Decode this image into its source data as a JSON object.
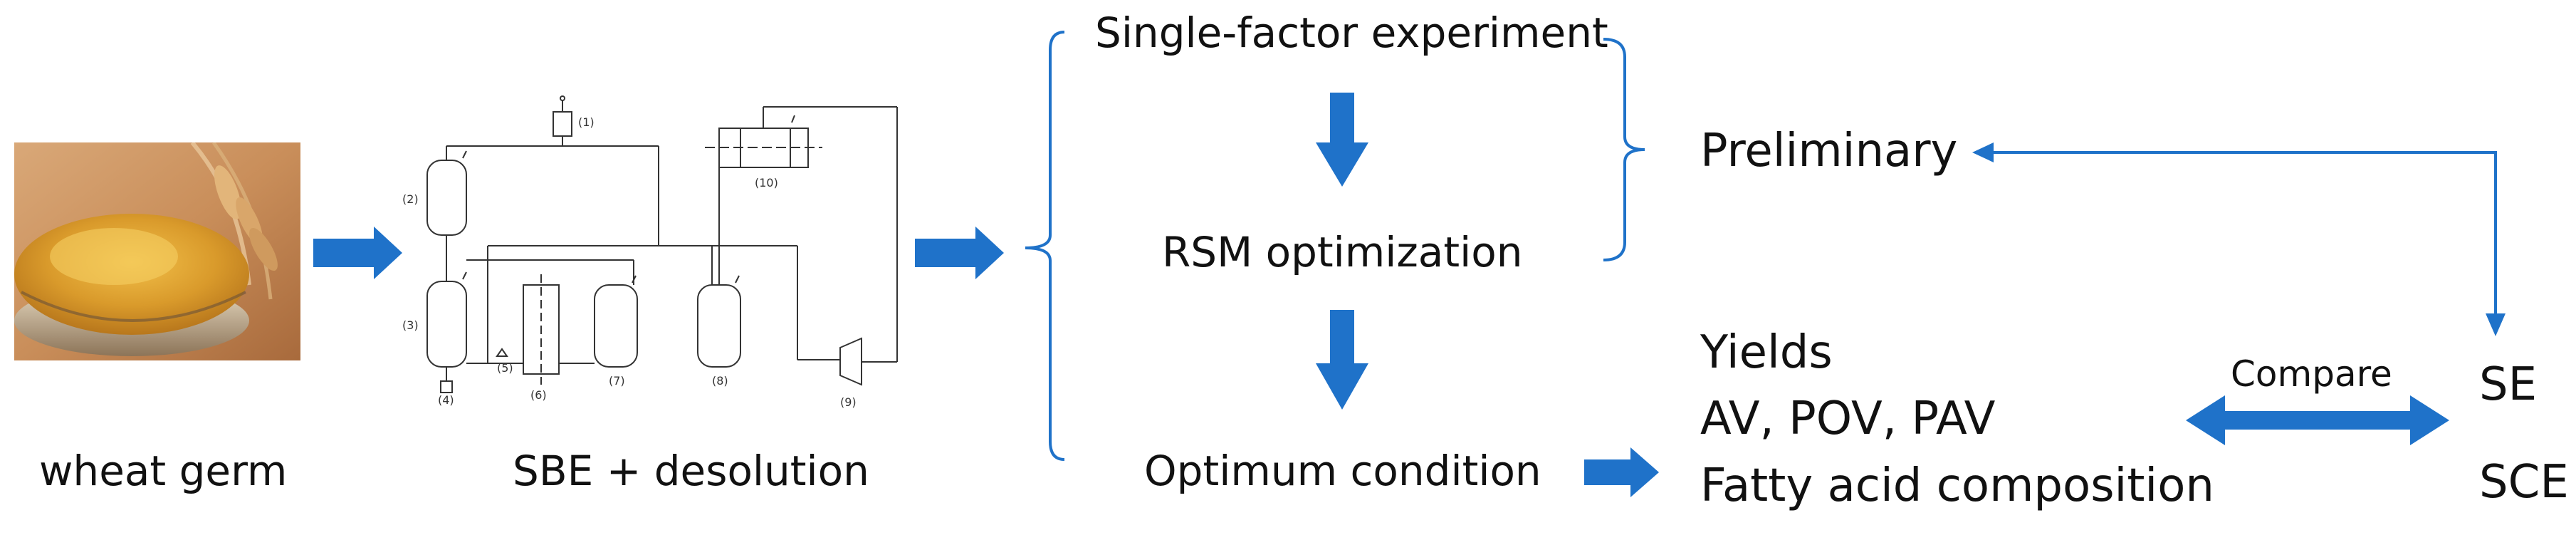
{
  "image_caption": "wheat germ",
  "apparatus_caption": "SBE + desolution",
  "apparatus_numbers": [
    "(1)",
    "(2)",
    "(3)",
    "(4)",
    "(5)",
    "(6)",
    "(7)",
    "(8)",
    "(9)",
    "(10)"
  ],
  "steps": {
    "single_factor": "Single-factor experiment",
    "rsm": "RSM optimization",
    "optimum": "Optimum condition"
  },
  "preliminary": "Preliminary",
  "results": [
    "Yields",
    "AV, POV, PAV",
    "Fatty acid composition"
  ],
  "compare": "Compare",
  "methods": [
    "SE",
    "SCE"
  ],
  "colors": {
    "arrow": "#1f72c9",
    "text": "#111111",
    "line": "#333333"
  }
}
